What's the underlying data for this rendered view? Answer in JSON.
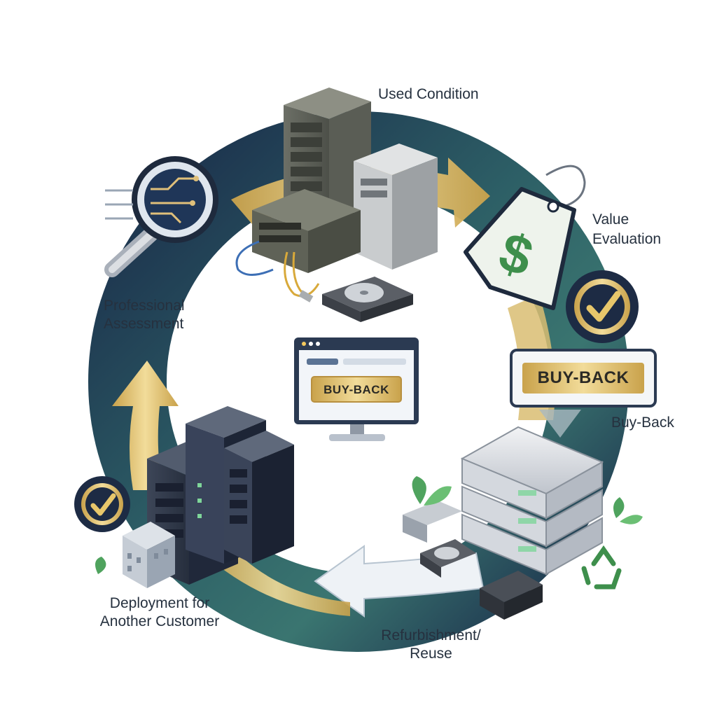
{
  "labels": {
    "used_condition": "Used Condition",
    "value_evaluation": [
      "Value",
      "Evaluation"
    ],
    "professional_assessment": [
      "Professional",
      "Assessment"
    ],
    "buy_back": "Buy-Back",
    "deployment": [
      "Deployment for",
      "Another Customer"
    ],
    "refurbishment": [
      "Refurbishment/",
      "Reuse"
    ]
  },
  "badges": {
    "main": "BUY-BACK",
    "screen": "BUY-BACK"
  },
  "price_tag_symbol": "$",
  "colors": {
    "ring_dark": "#1c2f4d",
    "ring_teal": "#2f6a6a",
    "gold": "#d4b25e",
    "gold_light": "#e9d59a",
    "green": "#3e8f4c",
    "text": "#26313f"
  },
  "icons": [
    "magnifier-icon",
    "price-tag-icon",
    "checkmark-badge-icon",
    "recycle-icon",
    "leaf-icon",
    "building-icon",
    "hard-drive-icon",
    "monitor-icon"
  ]
}
